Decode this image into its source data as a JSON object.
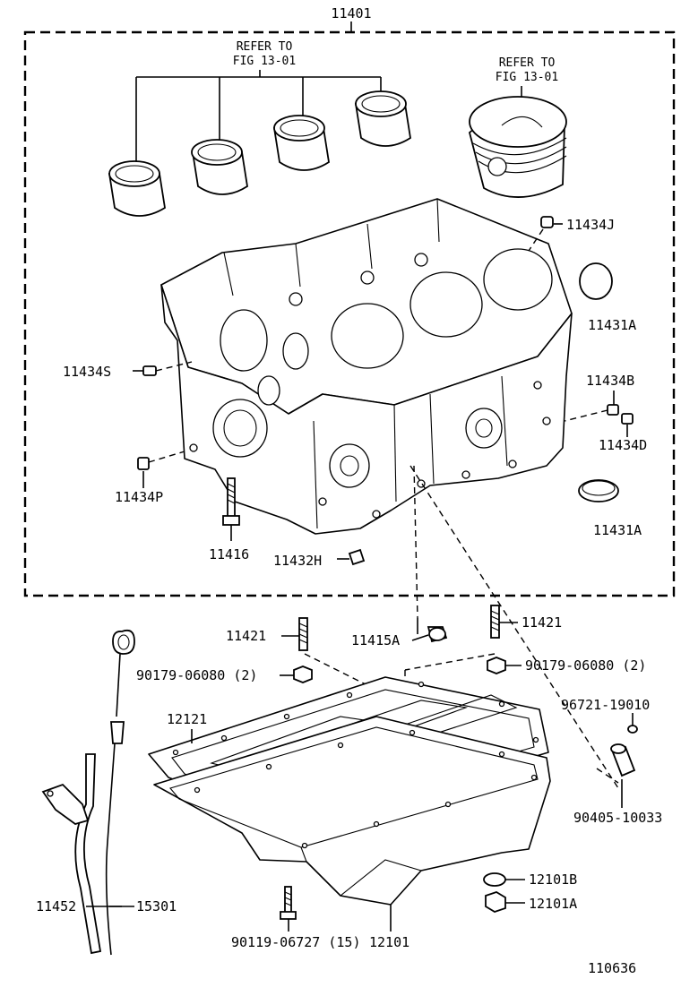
{
  "figure_id": "110636",
  "assembly_label": "11401",
  "refer_bearings": {
    "line1": "REFER TO",
    "line2": "FIG 13-01"
  },
  "refer_piston": {
    "line1": "REFER TO",
    "line2": "FIG 13-01"
  },
  "callouts": {
    "p11434J": "11434J",
    "p11431A_top": "11431A",
    "p11434B": "11434B",
    "p11434D": "11434D",
    "p11434S": "11434S",
    "p11434P": "11434P",
    "p11431A_bottom": "11431A",
    "p11416": "11416",
    "p11432H": "11432H",
    "p11421_left": "11421",
    "p11415A": "11415A",
    "p11421_right": "11421",
    "p90179_left": "90179-06080 (2)",
    "p90179_right": "90179-06080 (2)",
    "p96721": "96721-19010",
    "p12121": "12121",
    "p90405": "90405-10033",
    "p11452": "11452",
    "p15301": "15301",
    "p12101B": "12101B",
    "p12101A": "12101A",
    "p90119": "90119-06727 (15)",
    "p12101": "12101"
  }
}
